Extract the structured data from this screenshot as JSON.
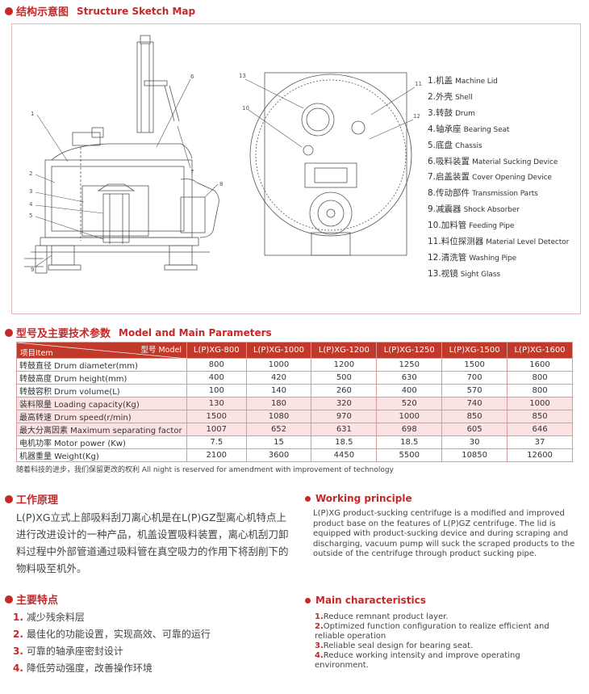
{
  "sections": {
    "structure": {
      "title_cn": "结构示意图",
      "title_en": "Structure Sketch Map"
    },
    "params": {
      "title_cn": "型号及主要技术参数",
      "title_en": "Model and Main Parameters"
    },
    "principle_cn": {
      "title": "工作原理"
    },
    "principle_en": {
      "title": "Working principle"
    },
    "features_cn": {
      "title": "主要特点"
    },
    "features_en": {
      "title": "Main characteristics"
    }
  },
  "diagram": {
    "callouts_left": [
      "1",
      "2",
      "3",
      "4",
      "5",
      "6",
      "7",
      "8",
      "9"
    ],
    "callouts_right": [
      "13",
      "10",
      "11",
      "12"
    ]
  },
  "legend": [
    {
      "cn": "1.机盖",
      "en": "Machine Lid"
    },
    {
      "cn": "2.外壳",
      "en": "Shell"
    },
    {
      "cn": "3.转鼓",
      "en": "Drum"
    },
    {
      "cn": "4.轴承座",
      "en": "Bearing Seat"
    },
    {
      "cn": "5.底盘",
      "en": "Chassis"
    },
    {
      "cn": "6.吸料装置",
      "en": "Material Sucking Device"
    },
    {
      "cn": "7.启盖装置",
      "en": "Cover Opening Device"
    },
    {
      "cn": "8.传动部件",
      "en": "Transmission Parts"
    },
    {
      "cn": "9.减震器",
      "en": "Shock Absorber"
    },
    {
      "cn": "10.加料管",
      "en": "Feeding Pipe"
    },
    {
      "cn": "11.料位探测器",
      "en": "Material Level Detector"
    },
    {
      "cn": "12.清洗管",
      "en": "Washing Pipe"
    },
    {
      "cn": "13.视镜",
      "en": "Sight Glass"
    }
  ],
  "table": {
    "header_model": "型号 Model",
    "header_item": "项目Item",
    "models": [
      "L(P)XG-800",
      "L(P)XG-1000",
      "L(P)XG-1200",
      "L(P)XG-1250",
      "L(P)XG-1500",
      "L(P)XG-1600"
    ],
    "rows": [
      {
        "label": "转鼓直径 Drum diameter(mm)",
        "values": [
          "800",
          "1000",
          "1200",
          "1250",
          "1500",
          "1600"
        ],
        "pink": false
      },
      {
        "label": "转鼓高度 Drum height(mm)",
        "values": [
          "400",
          "420",
          "500",
          "630",
          "700",
          "800"
        ],
        "pink": false
      },
      {
        "label": "转鼓容积 Drum volume(L)",
        "values": [
          "100",
          "140",
          "260",
          "400",
          "570",
          "800"
        ],
        "pink": false
      },
      {
        "label": "装料限量 Loading capacity(Kg)",
        "values": [
          "130",
          "180",
          "320",
          "520",
          "740",
          "1000"
        ],
        "pink": true
      },
      {
        "label": "最高转速  Drum speed(r/min)",
        "values": [
          "1500",
          "1080",
          "970",
          "1000",
          "850",
          "850"
        ],
        "pink": true
      },
      {
        "label": "最大分离因素 Maximum separating factor",
        "values": [
          "1007",
          "652",
          "631",
          "698",
          "605",
          "646"
        ],
        "pink": true
      },
      {
        "label": "电机功率 Motor power (Kw)",
        "values": [
          "7.5",
          "15",
          "18.5",
          "18.5",
          "30",
          "37"
        ],
        "pink": false
      },
      {
        "label": "机器重量 Weight(Kg)",
        "values": [
          "2100",
          "3600",
          "4450",
          "5500",
          "10850",
          "12600"
        ],
        "pink": false
      }
    ],
    "footnote": "随着科技的进步，我们保留更改的权利    All night is reserved for amendment with improvement of technology"
  },
  "principle_cn_text": "L(P)XG立式上部吸料刮刀离心机是在L(P)GZ型离心机特点上进行改进设计的一种产品，机盖设置吸料装置，离心机刮刀卸料过程中外部管道通过吸料管在真空吸力的作用下将刮削下的物料吸至机外。",
  "principle_en_text": "L(P)XG product-sucking centrifuge is a modified and improved product base on the features of L(P)GZ centrifuge. The lid is equipped with product-sucking device and during scraping and discharging, vacuum pump will suck the scraped products to the outside of the centrifuge through product sucking pipe.",
  "features_cn": [
    {
      "n": "1.",
      "text": "减少残余料层"
    },
    {
      "n": "2.",
      "text": "最佳化的功能设置，实现高效、可靠的运行"
    },
    {
      "n": "3.",
      "text": "可靠的轴承座密封设计"
    },
    {
      "n": "4.",
      "text": "降低劳动强度，改善操作环境"
    }
  ],
  "features_en": [
    {
      "n": "1.",
      "text": "Reduce remnant product layer."
    },
    {
      "n": "2.",
      "text": "Optimized function configuration to realize efficient and reliable operation"
    },
    {
      "n": "3.",
      "text": "Reliable seal design for bearing seat."
    },
    {
      "n": "4.",
      "text": "Reduce working intensity and improve operating environment."
    }
  ],
  "colors": {
    "accent": "#c62828",
    "header_bg": "#c0392b",
    "row_pink": "#fbe3e3",
    "line": "#555555"
  }
}
